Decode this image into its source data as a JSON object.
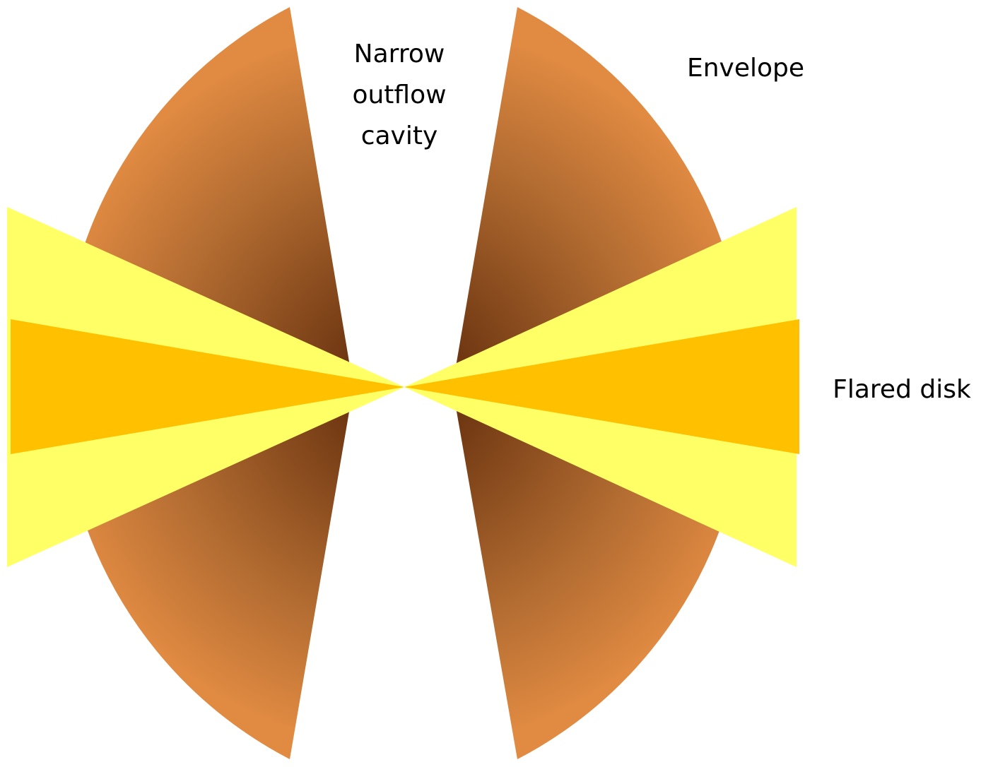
{
  "labels": {
    "cavity": [
      "Narrow",
      "outflow",
      "cavity"
    ],
    "envelope": "Envelope",
    "disk": "Flared disk"
  },
  "colors": {
    "envelope_outer": "#E08A42",
    "envelope_inner": "#6B3410",
    "flared_disk": "#FFFF66",
    "inner_disk": "#FFC000",
    "background": "#FFFFFF",
    "text": "#000000"
  }
}
